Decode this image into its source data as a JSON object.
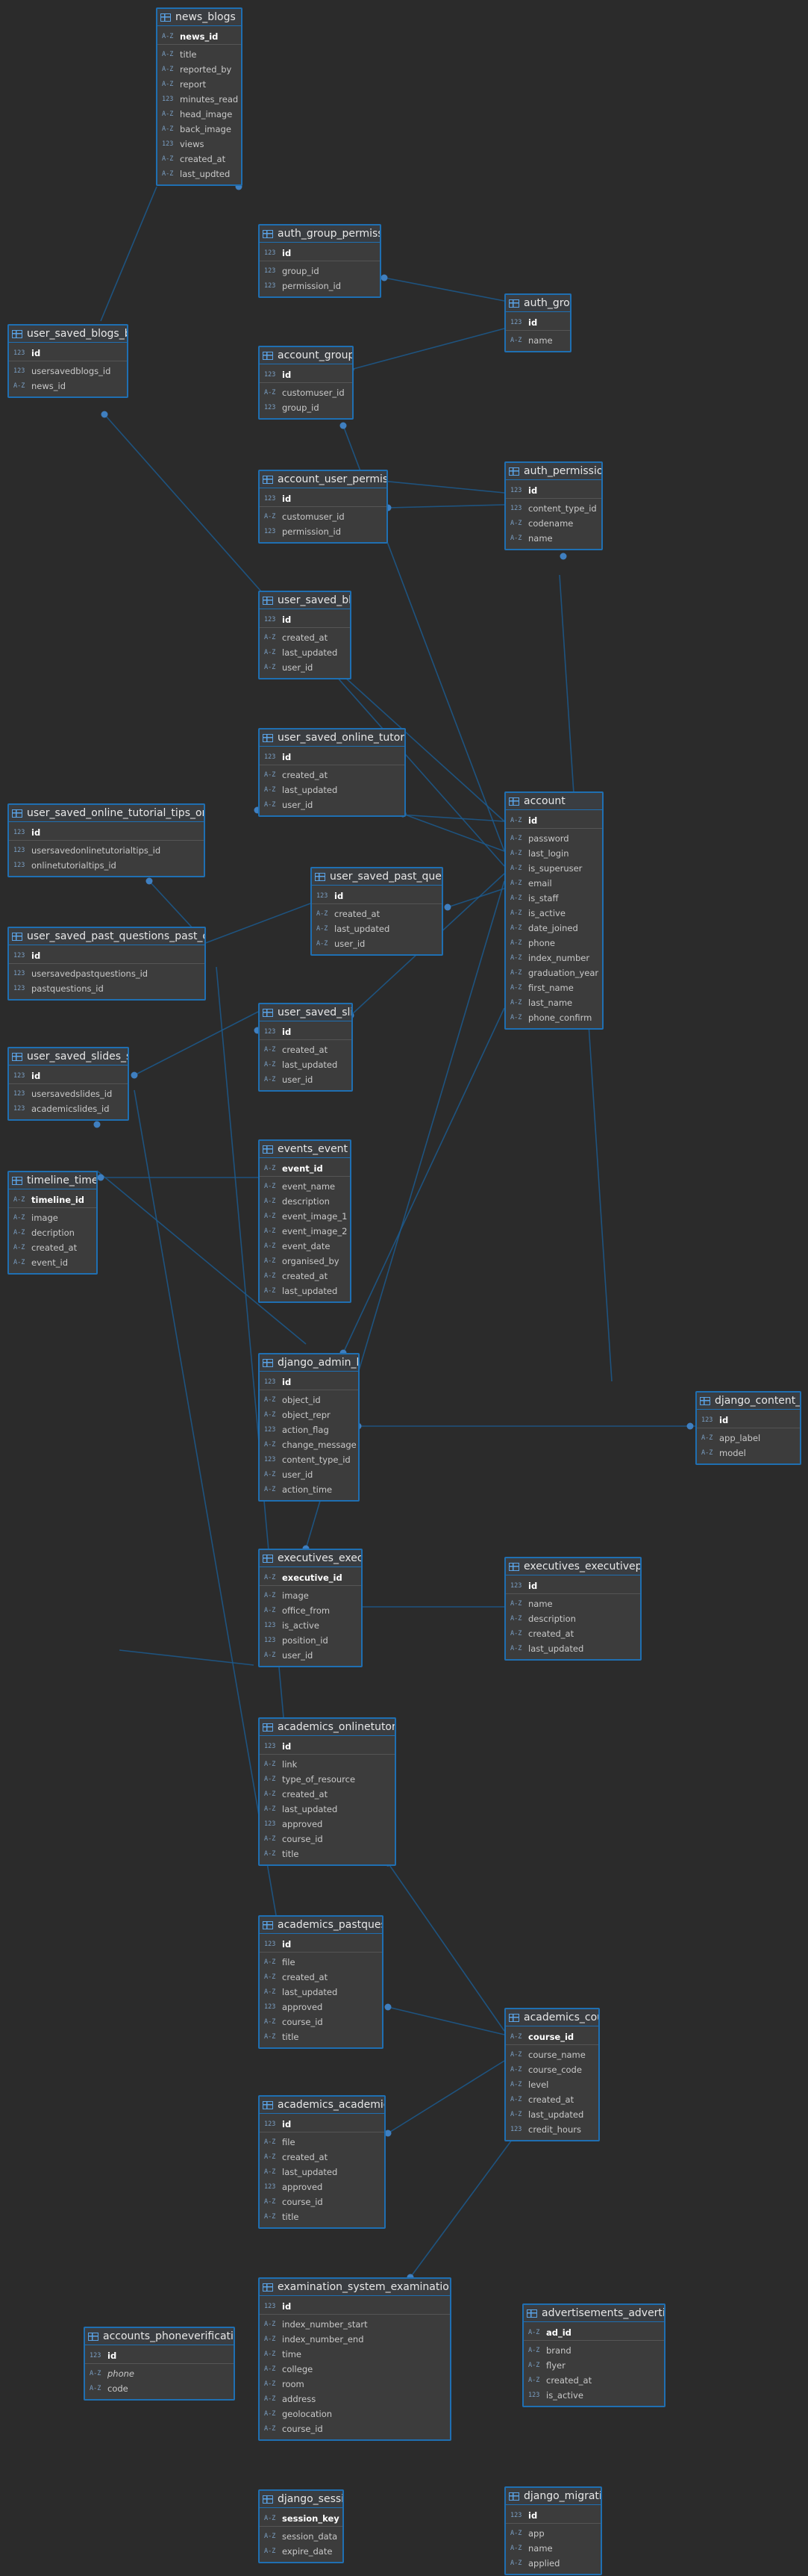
{
  "colors": {
    "background": "#2b2b2b",
    "border": "#1f6fb2",
    "link": "#1c5a8e",
    "header_text": "#e8e8e8"
  },
  "tables": {
    "news_blogs": {
      "title": "news_blogs",
      "columns": [
        {
          "type": "A-Z",
          "name": "news_id",
          "pk": true
        },
        {
          "type": "A-Z",
          "name": "title"
        },
        {
          "type": "A-Z",
          "name": "reported_by"
        },
        {
          "type": "A-Z",
          "name": "report"
        },
        {
          "type": "123",
          "name": "minutes_read"
        },
        {
          "type": "A-Z",
          "name": "head_image"
        },
        {
          "type": "A-Z",
          "name": "back_image"
        },
        {
          "type": "123",
          "name": "views"
        },
        {
          "type": "A-Z",
          "name": "created_at"
        },
        {
          "type": "A-Z",
          "name": "last_updted"
        }
      ]
    },
    "auth_group_permissions": {
      "title": "auth_group_permissi",
      "columns": [
        {
          "type": "123",
          "name": "id",
          "pk": true
        },
        {
          "type": "123",
          "name": "group_id"
        },
        {
          "type": "123",
          "name": "permission_id"
        }
      ]
    },
    "auth_group": {
      "title": "auth_group",
      "columns": [
        {
          "type": "123",
          "name": "id",
          "pk": true
        },
        {
          "type": "A-Z",
          "name": "name"
        }
      ]
    },
    "user_saved_blogs_bl": {
      "title": "user_saved_blogs_bl",
      "columns": [
        {
          "type": "123",
          "name": "id",
          "pk": true
        },
        {
          "type": "123",
          "name": "usersavedblogs_id"
        },
        {
          "type": "A-Z",
          "name": "news_id"
        }
      ]
    },
    "account_groups": {
      "title": "account_group",
      "columns": [
        {
          "type": "123",
          "name": "id",
          "pk": true
        },
        {
          "type": "A-Z",
          "name": "customuser_id"
        },
        {
          "type": "123",
          "name": "group_id"
        }
      ]
    },
    "account_user_permissions": {
      "title": "account_user_permiss",
      "columns": [
        {
          "type": "123",
          "name": "id",
          "pk": true
        },
        {
          "type": "A-Z",
          "name": "customuser_id"
        },
        {
          "type": "123",
          "name": "permission_id"
        }
      ]
    },
    "auth_permission": {
      "title": "auth_permissio",
      "columns": [
        {
          "type": "123",
          "name": "id",
          "pk": true
        },
        {
          "type": "123",
          "name": "content_type_id"
        },
        {
          "type": "A-Z",
          "name": "codename"
        },
        {
          "type": "A-Z",
          "name": "name"
        }
      ]
    },
    "user_saved_blogs": {
      "title": "user_saved_blo",
      "columns": [
        {
          "type": "123",
          "name": "id",
          "pk": true
        },
        {
          "type": "A-Z",
          "name": "created_at"
        },
        {
          "type": "A-Z",
          "name": "last_updated"
        },
        {
          "type": "A-Z",
          "name": "user_id"
        }
      ]
    },
    "user_saved_online_tutorial": {
      "title": "user_saved_online_tutoria",
      "columns": [
        {
          "type": "123",
          "name": "id",
          "pk": true
        },
        {
          "type": "A-Z",
          "name": "created_at"
        },
        {
          "type": "A-Z",
          "name": "last_updated"
        },
        {
          "type": "A-Z",
          "name": "user_id"
        }
      ]
    },
    "user_saved_online_tutorial_tips": {
      "title": "user_saved_online_tutorial_tips_onli",
      "columns": [
        {
          "type": "123",
          "name": "id",
          "pk": true
        },
        {
          "type": "123",
          "name": "usersavedonlinetutorialtips_id"
        },
        {
          "type": "123",
          "name": "onlinetutorialtips_id"
        }
      ]
    },
    "account": {
      "title": "account",
      "columns": [
        {
          "type": "A-Z",
          "name": "id",
          "pk": true
        },
        {
          "type": "A-Z",
          "name": "password"
        },
        {
          "type": "A-Z",
          "name": "last_login"
        },
        {
          "type": "A-Z",
          "name": "is_superuser"
        },
        {
          "type": "A-Z",
          "name": "email"
        },
        {
          "type": "A-Z",
          "name": "is_staff"
        },
        {
          "type": "A-Z",
          "name": "is_active"
        },
        {
          "type": "A-Z",
          "name": "date_joined"
        },
        {
          "type": "A-Z",
          "name": "phone"
        },
        {
          "type": "A-Z",
          "name": "index_number"
        },
        {
          "type": "A-Z",
          "name": "graduation_year"
        },
        {
          "type": "A-Z",
          "name": "first_name"
        },
        {
          "type": "A-Z",
          "name": "last_name"
        },
        {
          "type": "A-Z",
          "name": "phone_confirm"
        }
      ]
    },
    "user_saved_past_quest": {
      "title": "user_saved_past_quest",
      "columns": [
        {
          "type": "123",
          "name": "id",
          "pk": true
        },
        {
          "type": "A-Z",
          "name": "created_at"
        },
        {
          "type": "A-Z",
          "name": "last_updated"
        },
        {
          "type": "A-Z",
          "name": "user_id"
        }
      ]
    },
    "user_saved_past_questions_past_qu": {
      "title": "user_saved_past_questions_past_qu",
      "columns": [
        {
          "type": "123",
          "name": "id",
          "pk": true
        },
        {
          "type": "123",
          "name": "usersavedpastquestions_id"
        },
        {
          "type": "123",
          "name": "pastquestions_id"
        }
      ]
    },
    "user_saved_slides": {
      "title": "user_saved_slic",
      "columns": [
        {
          "type": "123",
          "name": "id",
          "pk": true
        },
        {
          "type": "A-Z",
          "name": "created_at"
        },
        {
          "type": "A-Z",
          "name": "last_updated"
        },
        {
          "type": "A-Z",
          "name": "user_id"
        }
      ]
    },
    "user_saved_slides_sl": {
      "title": "user_saved_slides_sl",
      "columns": [
        {
          "type": "123",
          "name": "id",
          "pk": true
        },
        {
          "type": "123",
          "name": "usersavedslides_id"
        },
        {
          "type": "123",
          "name": "academicslides_id"
        }
      ]
    },
    "events_events": {
      "title": "events_event",
      "columns": [
        {
          "type": "A-Z",
          "name": "event_id",
          "pk": true
        },
        {
          "type": "A-Z",
          "name": "event_name"
        },
        {
          "type": "A-Z",
          "name": "description"
        },
        {
          "type": "A-Z",
          "name": "event_image_1"
        },
        {
          "type": "A-Z",
          "name": "event_image_2"
        },
        {
          "type": "A-Z",
          "name": "event_date"
        },
        {
          "type": "A-Z",
          "name": "organised_by"
        },
        {
          "type": "A-Z",
          "name": "created_at"
        },
        {
          "type": "A-Z",
          "name": "last_updated"
        }
      ]
    },
    "timeline_timeline": {
      "title": "timeline_timel",
      "columns": [
        {
          "type": "A-Z",
          "name": "timeline_id",
          "pk": true
        },
        {
          "type": "A-Z",
          "name": "image"
        },
        {
          "type": "A-Z",
          "name": "decription"
        },
        {
          "type": "A-Z",
          "name": "created_at"
        },
        {
          "type": "A-Z",
          "name": "event_id"
        }
      ]
    },
    "django_admin_log": {
      "title": "django_admin_lo",
      "columns": [
        {
          "type": "123",
          "name": "id",
          "pk": true
        },
        {
          "type": "A-Z",
          "name": "object_id"
        },
        {
          "type": "A-Z",
          "name": "object_repr"
        },
        {
          "type": "123",
          "name": "action_flag"
        },
        {
          "type": "A-Z",
          "name": "change_message"
        },
        {
          "type": "123",
          "name": "content_type_id"
        },
        {
          "type": "A-Z",
          "name": "user_id"
        },
        {
          "type": "A-Z",
          "name": "action_time"
        }
      ]
    },
    "django_content_type": {
      "title": "django_content_ty",
      "columns": [
        {
          "type": "123",
          "name": "id",
          "pk": true
        },
        {
          "type": "A-Z",
          "name": "app_label"
        },
        {
          "type": "A-Z",
          "name": "model"
        }
      ]
    },
    "executives_executive": {
      "title": "executives_execu",
      "columns": [
        {
          "type": "A-Z",
          "name": "executive_id",
          "pk": true
        },
        {
          "type": "A-Z",
          "name": "image"
        },
        {
          "type": "A-Z",
          "name": "office_from"
        },
        {
          "type": "123",
          "name": "is_active"
        },
        {
          "type": "123",
          "name": "position_id"
        },
        {
          "type": "A-Z",
          "name": "user_id"
        }
      ]
    },
    "executives_executiveposition": {
      "title": "executives_executivepos",
      "columns": [
        {
          "type": "123",
          "name": "id",
          "pk": true
        },
        {
          "type": "A-Z",
          "name": "name"
        },
        {
          "type": "A-Z",
          "name": "description"
        },
        {
          "type": "A-Z",
          "name": "created_at"
        },
        {
          "type": "A-Z",
          "name": "last_updated"
        }
      ]
    },
    "academics_onlinetutorial": {
      "title": "academics_onlinetutoria",
      "columns": [
        {
          "type": "123",
          "name": "id",
          "pk": true
        },
        {
          "type": "A-Z",
          "name": "link"
        },
        {
          "type": "A-Z",
          "name": "type_of_resource"
        },
        {
          "type": "A-Z",
          "name": "created_at"
        },
        {
          "type": "A-Z",
          "name": "last_updated"
        },
        {
          "type": "123",
          "name": "approved"
        },
        {
          "type": "A-Z",
          "name": "course_id"
        },
        {
          "type": "A-Z",
          "name": "title"
        }
      ]
    },
    "academics_pastquestions": {
      "title": "academics_pastquest",
      "columns": [
        {
          "type": "123",
          "name": "id",
          "pk": true
        },
        {
          "type": "A-Z",
          "name": "file"
        },
        {
          "type": "A-Z",
          "name": "created_at"
        },
        {
          "type": "A-Z",
          "name": "last_updated"
        },
        {
          "type": "123",
          "name": "approved"
        },
        {
          "type": "A-Z",
          "name": "course_id"
        },
        {
          "type": "A-Z",
          "name": "title"
        }
      ]
    },
    "academics_course": {
      "title": "academics_cou",
      "columns": [
        {
          "type": "A-Z",
          "name": "course_id",
          "pk": true
        },
        {
          "type": "A-Z",
          "name": "course_name"
        },
        {
          "type": "A-Z",
          "name": "course_code"
        },
        {
          "type": "A-Z",
          "name": "level"
        },
        {
          "type": "A-Z",
          "name": "created_at"
        },
        {
          "type": "A-Z",
          "name": "last_updated"
        },
        {
          "type": "123",
          "name": "credit_hours"
        }
      ]
    },
    "academics_academicslides": {
      "title": "academics_academics",
      "columns": [
        {
          "type": "123",
          "name": "id",
          "pk": true
        },
        {
          "type": "A-Z",
          "name": "file"
        },
        {
          "type": "A-Z",
          "name": "created_at"
        },
        {
          "type": "A-Z",
          "name": "last_updated"
        },
        {
          "type": "123",
          "name": "approved"
        },
        {
          "type": "A-Z",
          "name": "course_id"
        },
        {
          "type": "A-Z",
          "name": "title"
        }
      ]
    },
    "examination_system": {
      "title": "examination_system_examinationsc",
      "columns": [
        {
          "type": "123",
          "name": "id",
          "pk": true
        },
        {
          "type": "A-Z",
          "name": "index_number_start"
        },
        {
          "type": "A-Z",
          "name": "index_number_end"
        },
        {
          "type": "A-Z",
          "name": "time"
        },
        {
          "type": "A-Z",
          "name": "college"
        },
        {
          "type": "A-Z",
          "name": "room"
        },
        {
          "type": "A-Z",
          "name": "address"
        },
        {
          "type": "A-Z",
          "name": "geolocation"
        },
        {
          "type": "A-Z",
          "name": "course_id"
        }
      ]
    },
    "accounts_phoneverification": {
      "title": "accounts_phoneverificationc",
      "columns": [
        {
          "type": "123",
          "name": "id",
          "pk": true
        },
        {
          "type": "A-Z",
          "name": "phone",
          "italic": true
        },
        {
          "type": "A-Z",
          "name": "code"
        }
      ]
    },
    "advertisements_advertisement": {
      "title": "advertisements_advertise",
      "columns": [
        {
          "type": "A-Z",
          "name": "ad_id",
          "pk": true
        },
        {
          "type": "A-Z",
          "name": "brand"
        },
        {
          "type": "A-Z",
          "name": "flyer"
        },
        {
          "type": "A-Z",
          "name": "created_at"
        },
        {
          "type": "123",
          "name": "is_active"
        }
      ]
    },
    "django_session": {
      "title": "django_sessio",
      "columns": [
        {
          "type": "A-Z",
          "name": "session_key",
          "pk": true
        },
        {
          "type": "A-Z",
          "name": "session_data"
        },
        {
          "type": "A-Z",
          "name": "expire_date"
        }
      ]
    },
    "django_migrations": {
      "title": "django_migratio",
      "columns": [
        {
          "type": "123",
          "name": "id",
          "pk": true
        },
        {
          "type": "A-Z",
          "name": "app"
        },
        {
          "type": "A-Z",
          "name": "name"
        },
        {
          "type": "A-Z",
          "name": "applied"
        }
      ]
    }
  }
}
